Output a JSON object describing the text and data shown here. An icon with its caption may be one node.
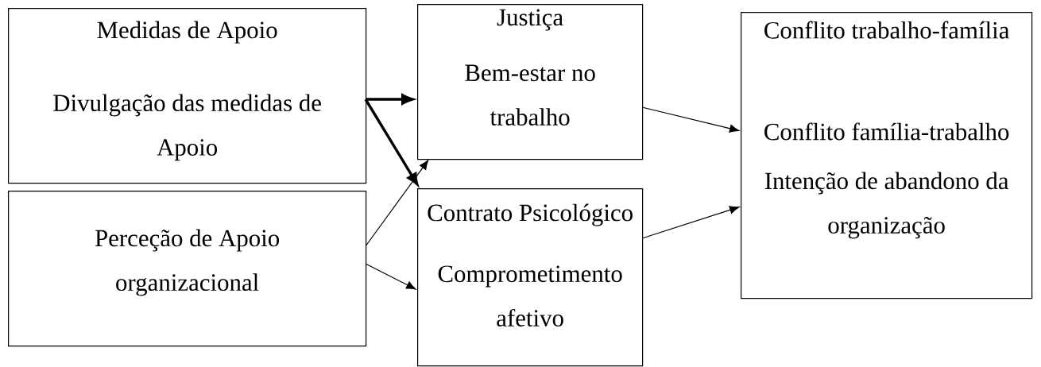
{
  "diagram": {
    "nodes": [
      {
        "text": [
          "Medidas de Apoio",
          "Divulgação das medidas de Apoio"
        ]
      },
      {
        "text": [
          "Perceção de Apoio organizacional"
        ]
      },
      {
        "text": [
          "Justiça",
          "Bem-estar no trabalho"
        ]
      },
      {
        "text": [
          "Contrato Psicológico",
          "Comprometimento afetivo"
        ]
      },
      {
        "text": [
          "Conflito trabalho-família",
          "Conflito família-trabalho",
          "Intenção de abandono da organização"
        ]
      }
    ],
    "edges": [
      {
        "from": 0,
        "to": 2,
        "arrow": "to",
        "style": "thick"
      },
      {
        "from": 0,
        "to": 3,
        "arrow": "to",
        "style": "thick"
      },
      {
        "from": 1,
        "to": 2,
        "arrow": "to"
      },
      {
        "from": 1,
        "to": 3,
        "arrow": "to"
      },
      {
        "from": 2,
        "to": 4,
        "arrow": "to"
      },
      {
        "from": 3,
        "to": 4,
        "arrow": "to"
      }
    ]
  }
}
